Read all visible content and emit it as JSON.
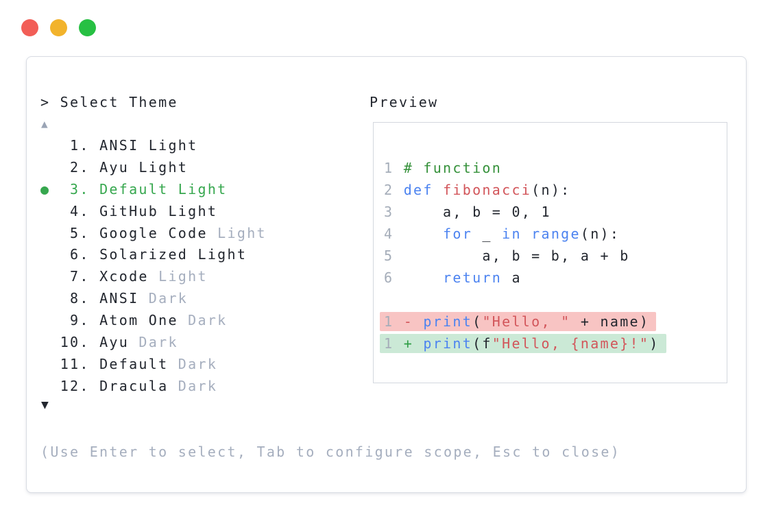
{
  "colors": {
    "dark": "#22262e",
    "muted": "#a5aebe",
    "arrow_muted": "#9aa4b5",
    "select_green": "#36a74e",
    "code_blue": "#4c83f0",
    "code_red": "#d2555a",
    "code_green": "#35913a",
    "sign_green": "#2f9e45",
    "line_num": "#a5adb9",
    "removed_bg": "#f8c4c3",
    "added_bg": "#cbe9d6",
    "panel_border": "#d8dce3",
    "preview_border": "#d3d7de",
    "tl_red": "#f25e57",
    "tl_yellow": "#f2b32c",
    "tl_green": "#27c043"
  },
  "window": {
    "controls": [
      "close",
      "minimize",
      "maximize"
    ]
  },
  "selector": {
    "title": "> Select Theme",
    "scroll_up": "▲",
    "scroll_down": "▼",
    "selected_bullet": "●",
    "items": [
      {
        "num": "1",
        "name": "ANSI",
        "variant": "Light",
        "variant_muted": false,
        "selected": false
      },
      {
        "num": "2",
        "name": "Ayu",
        "variant": "Light",
        "variant_muted": false,
        "selected": false
      },
      {
        "num": "3",
        "name": "Default",
        "variant": "Light",
        "variant_muted": false,
        "selected": true
      },
      {
        "num": "4",
        "name": "GitHub",
        "variant": "Light",
        "variant_muted": false,
        "selected": false
      },
      {
        "num": "5",
        "name": "Google Code",
        "variant": "Light",
        "variant_muted": true,
        "selected": false
      },
      {
        "num": "6",
        "name": "Solarized",
        "variant": "Light",
        "variant_muted": false,
        "selected": false
      },
      {
        "num": "7",
        "name": "Xcode",
        "variant": "Light",
        "variant_muted": true,
        "selected": false
      },
      {
        "num": "8",
        "name": "ANSI",
        "variant": "Dark",
        "variant_muted": true,
        "selected": false
      },
      {
        "num": "9",
        "name": "Atom One",
        "variant": "Dark",
        "variant_muted": true,
        "selected": false
      },
      {
        "num": "10",
        "name": "Ayu",
        "variant": "Dark",
        "variant_muted": true,
        "selected": false
      },
      {
        "num": "11",
        "name": "Default",
        "variant": "Dark",
        "variant_muted": true,
        "selected": false
      },
      {
        "num": "12",
        "name": "Dracula",
        "variant": "Dark",
        "variant_muted": true,
        "selected": false
      }
    ],
    "hint": "(Use Enter to select, Tab to configure scope, Esc to close)"
  },
  "preview": {
    "title": "Preview",
    "lines": [
      {
        "num": "1",
        "bg": "none",
        "tokens": [
          {
            "text": "# function",
            "type": "comment"
          }
        ]
      },
      {
        "num": "2",
        "bg": "none",
        "tokens": [
          {
            "text": "def",
            "type": "keyword"
          },
          {
            "text": " ",
            "type": "plain"
          },
          {
            "text": "fibonacci",
            "type": "function"
          },
          {
            "text": "(n):",
            "type": "plain"
          }
        ]
      },
      {
        "num": "3",
        "bg": "none",
        "tokens": [
          {
            "text": "    a, b = 0, 1",
            "type": "plain"
          }
        ]
      },
      {
        "num": "4",
        "bg": "none",
        "tokens": [
          {
            "text": "    ",
            "type": "plain"
          },
          {
            "text": "for",
            "type": "keyword"
          },
          {
            "text": " _ ",
            "type": "plain"
          },
          {
            "text": "in",
            "type": "keyword"
          },
          {
            "text": " ",
            "type": "plain"
          },
          {
            "text": "range",
            "type": "keyword"
          },
          {
            "text": "(n):",
            "type": "plain"
          }
        ]
      },
      {
        "num": "5",
        "bg": "none",
        "tokens": [
          {
            "text": "        a, b = b, a + b",
            "type": "plain"
          }
        ]
      },
      {
        "num": "6",
        "bg": "none",
        "tokens": [
          {
            "text": "    ",
            "type": "plain"
          },
          {
            "text": "return",
            "type": "keyword"
          },
          {
            "text": " a",
            "type": "plain"
          }
        ]
      },
      {
        "num": "",
        "bg": "none",
        "tokens": []
      },
      {
        "num": "1",
        "bg": "removed",
        "tokens": [
          {
            "text": "- ",
            "type": "removed-sign"
          },
          {
            "text": "print",
            "type": "keyword"
          },
          {
            "text": "(",
            "type": "plain"
          },
          {
            "text": "\"Hello, \"",
            "type": "string"
          },
          {
            "text": " + name)",
            "type": "plain"
          }
        ]
      },
      {
        "num": "1",
        "bg": "added",
        "tokens": [
          {
            "text": "+ ",
            "type": "added-sign"
          },
          {
            "text": "print",
            "type": "keyword"
          },
          {
            "text": "(f",
            "type": "plain"
          },
          {
            "text": "\"Hello, {name}!\"",
            "type": "string"
          },
          {
            "text": ")",
            "type": "plain"
          }
        ]
      }
    ]
  }
}
